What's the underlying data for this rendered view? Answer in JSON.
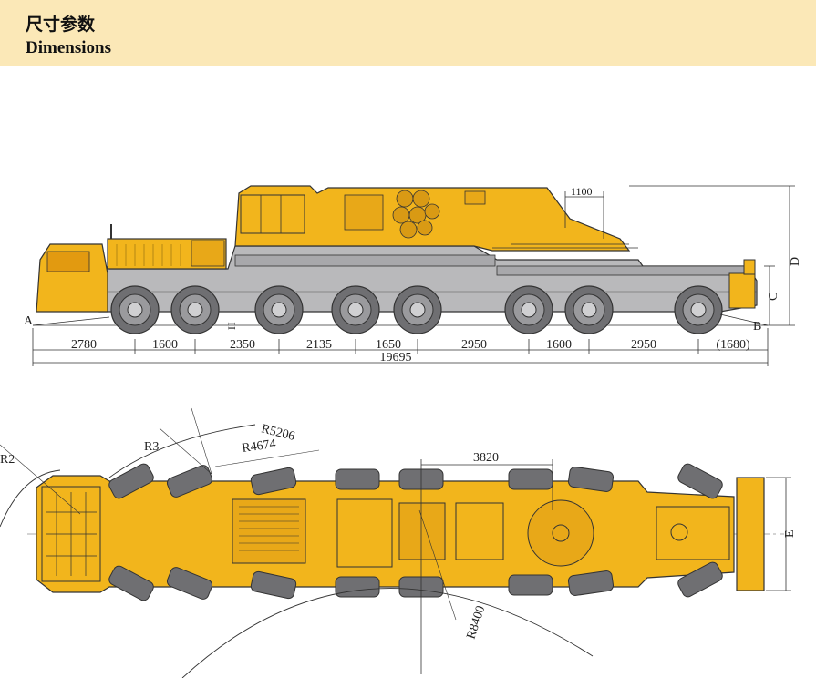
{
  "header": {
    "title_cn": "尺寸参数",
    "title_en": "Dimensions"
  },
  "colors": {
    "header_bg": "#fbe8b7",
    "crane_yellow": "#f2b51c",
    "chassis_grey": "#b9b9bb",
    "tire_dark": "#6f6f72",
    "line": "#333333"
  },
  "side_view": {
    "segments": [
      "2780",
      "1600",
      "2350",
      "2135",
      "1650",
      "2950",
      "1600",
      "2950",
      "(1680)"
    ],
    "total": "19695",
    "top_dim": "1100",
    "label_a": "A",
    "label_b": "B",
    "label_c": "C",
    "label_d": "D",
    "label_h": "H"
  },
  "top_view": {
    "r2": "R2",
    "r3": "R3",
    "r5206": "R5206",
    "r4674": "R4674",
    "r8400": "R8400",
    "dim_3820": "3820",
    "label_e": "E"
  }
}
